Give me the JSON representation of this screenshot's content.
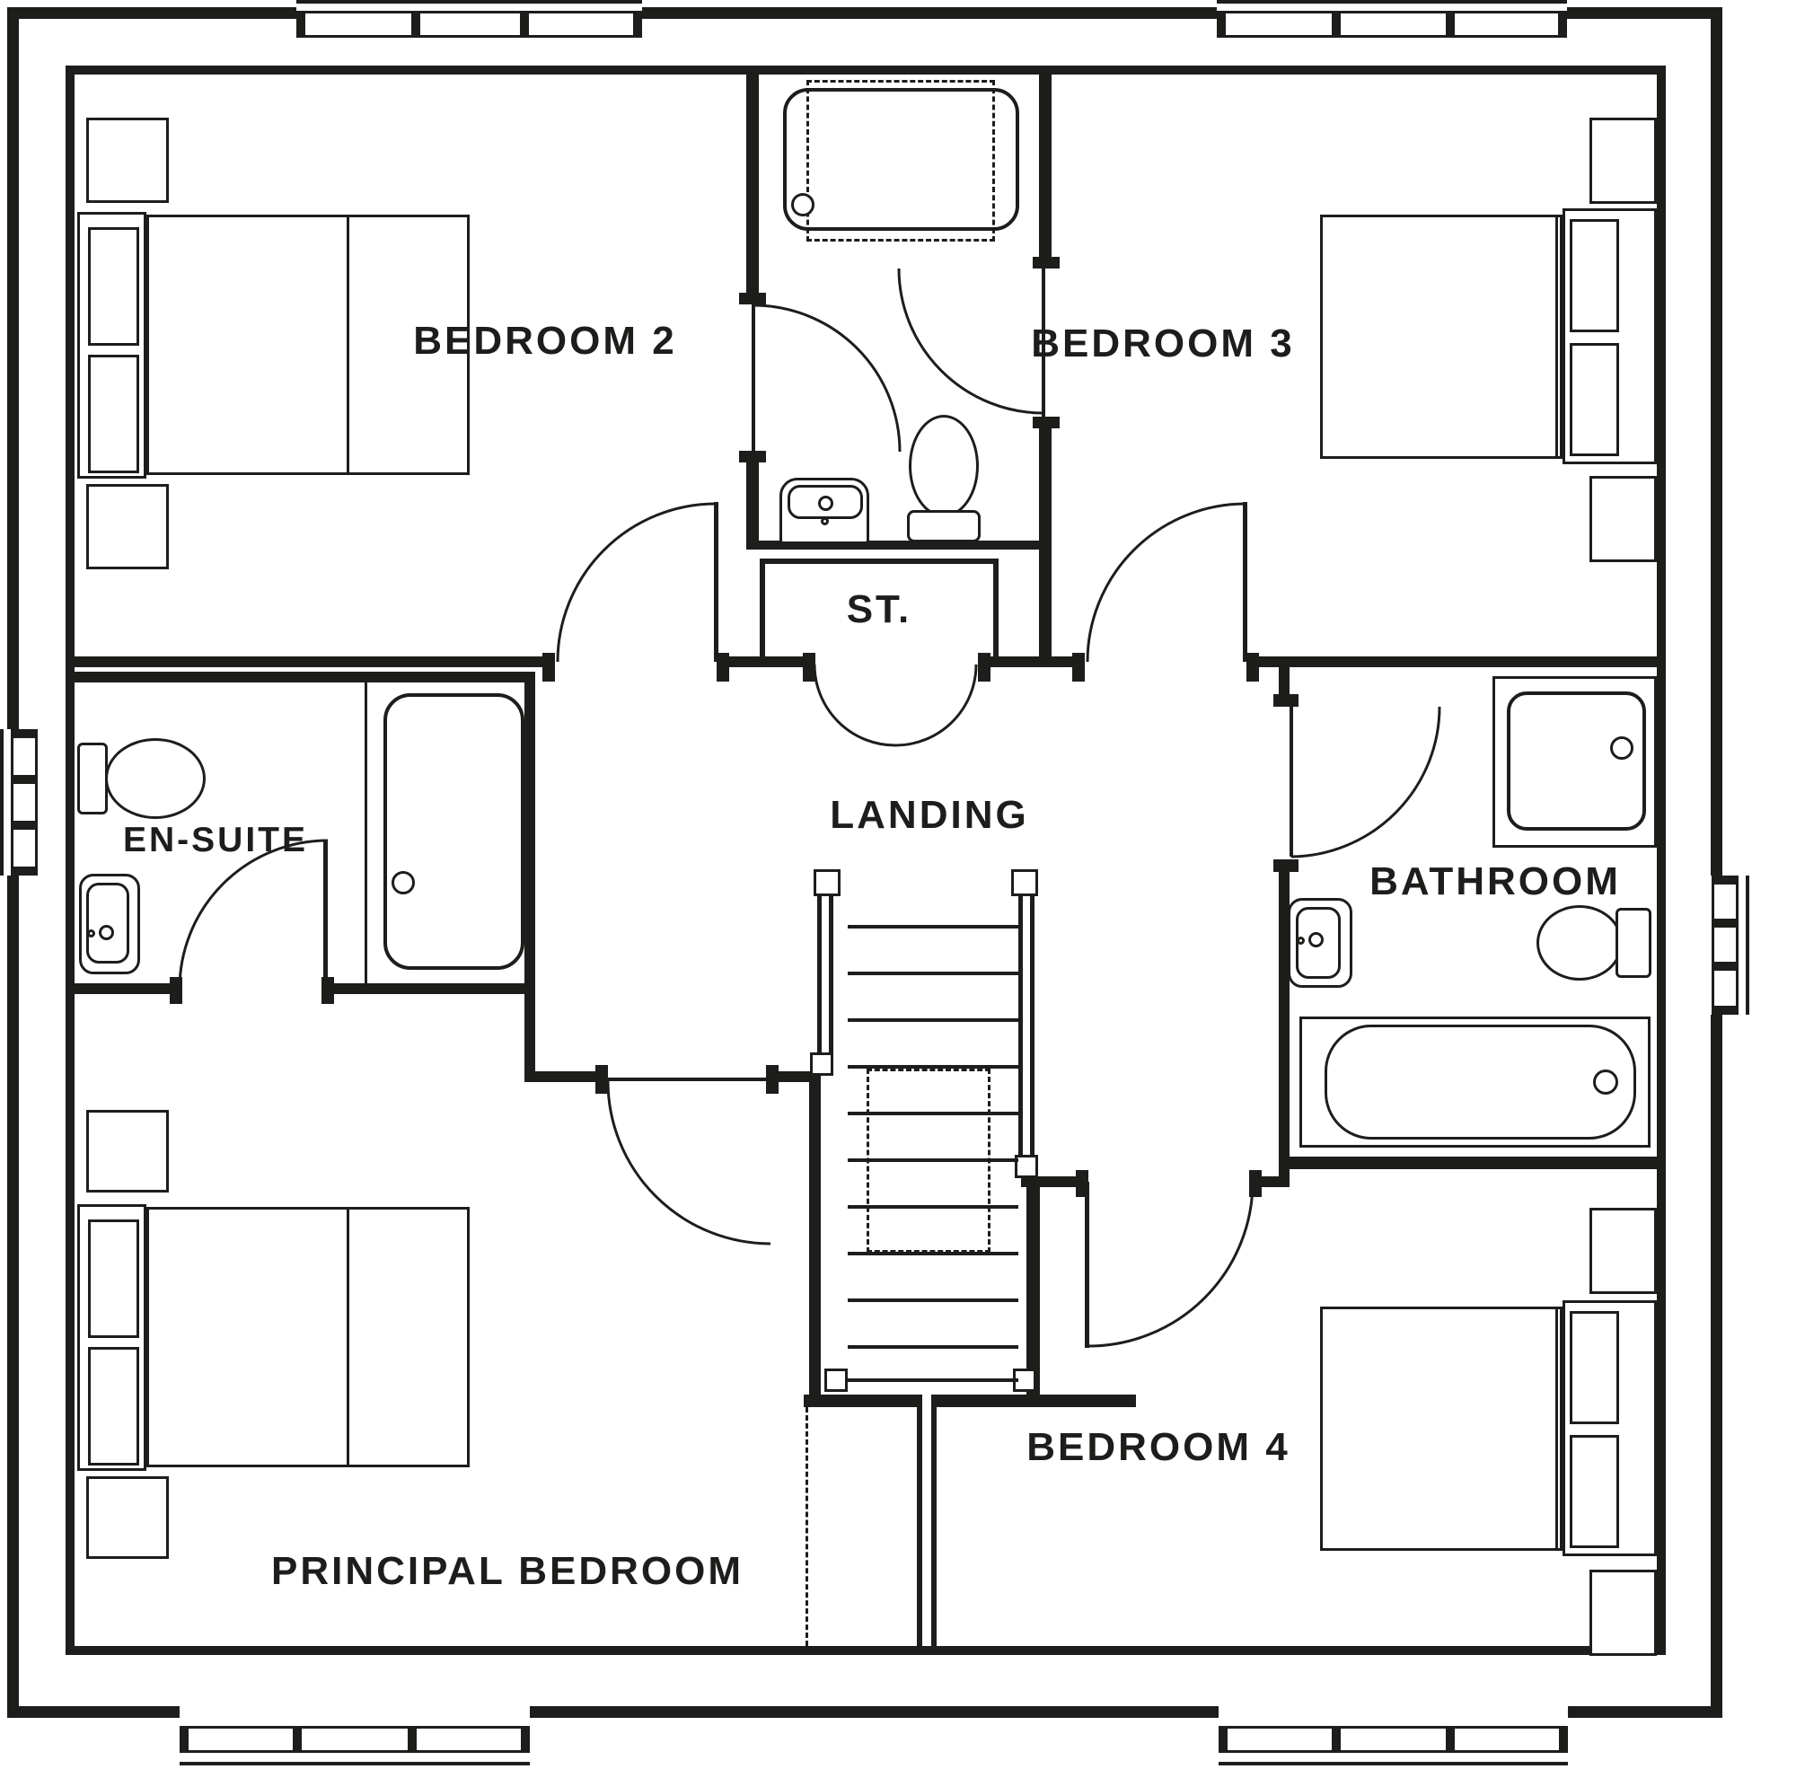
{
  "plan": {
    "type": "floorplan",
    "floor": "first-floor",
    "colors": {
      "line": "#1d1d1b",
      "background": "#ffffff"
    },
    "rooms": {
      "bedroom2": {
        "label": "BEDROOM 2"
      },
      "bedroom3": {
        "label": "BEDROOM 3"
      },
      "ensuite": {
        "label": "EN-SUITE"
      },
      "landing": {
        "label": "LANDING"
      },
      "store": {
        "label": "ST."
      },
      "bathroom": {
        "label": "BATHROOM"
      },
      "principal": {
        "label": "PRINCIPAL BEDROOM"
      },
      "bedroom4": {
        "label": "BEDROOM 4"
      }
    }
  }
}
